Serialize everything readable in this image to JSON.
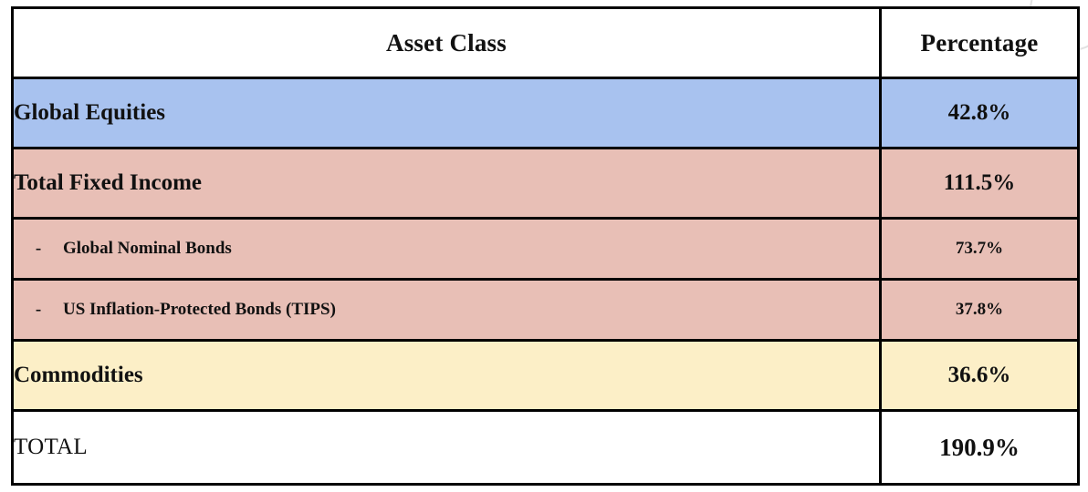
{
  "table": {
    "columns": [
      {
        "key": "asset_class",
        "label": "Asset Class"
      },
      {
        "key": "percentage",
        "label": "Percentage"
      }
    ],
    "dash_marker": "-",
    "rows": [
      {
        "label": "Global Equities",
        "percentage": "42.8%",
        "level": "major",
        "background": "#a8c2ef"
      },
      {
        "label": "Total Fixed Income",
        "percentage": "111.5%",
        "level": "major",
        "background": "#e8bfb6"
      },
      {
        "label": "Global Nominal Bonds",
        "percentage": "73.7%",
        "level": "sub",
        "background": "#e8bfb6"
      },
      {
        "label": "US Inflation-Protected Bonds (TIPS)",
        "percentage": "37.8%",
        "level": "sub",
        "background": "#e8bfb6"
      },
      {
        "label": "Commodities",
        "percentage": "36.6%",
        "level": "major",
        "background": "#fcefc7"
      },
      {
        "label": "TOTAL",
        "percentage": "190.9%",
        "level": "total",
        "background": "#ffffff"
      }
    ]
  },
  "chart_data": {
    "type": "table",
    "title": "",
    "categories": [
      "Global Equities",
      "Total Fixed Income",
      "Global Nominal Bonds",
      "US Inflation-Protected Bonds (TIPS)",
      "Commodities",
      "TOTAL"
    ],
    "values": [
      42.8,
      111.5,
      73.7,
      37.8,
      36.6,
      190.9
    ],
    "xlabel": "Asset Class",
    "ylabel": "Percentage",
    "series": [
      {
        "name": "Percentage",
        "values": [
          42.8,
          111.5,
          73.7,
          37.8,
          36.6,
          190.9
        ]
      }
    ]
  }
}
